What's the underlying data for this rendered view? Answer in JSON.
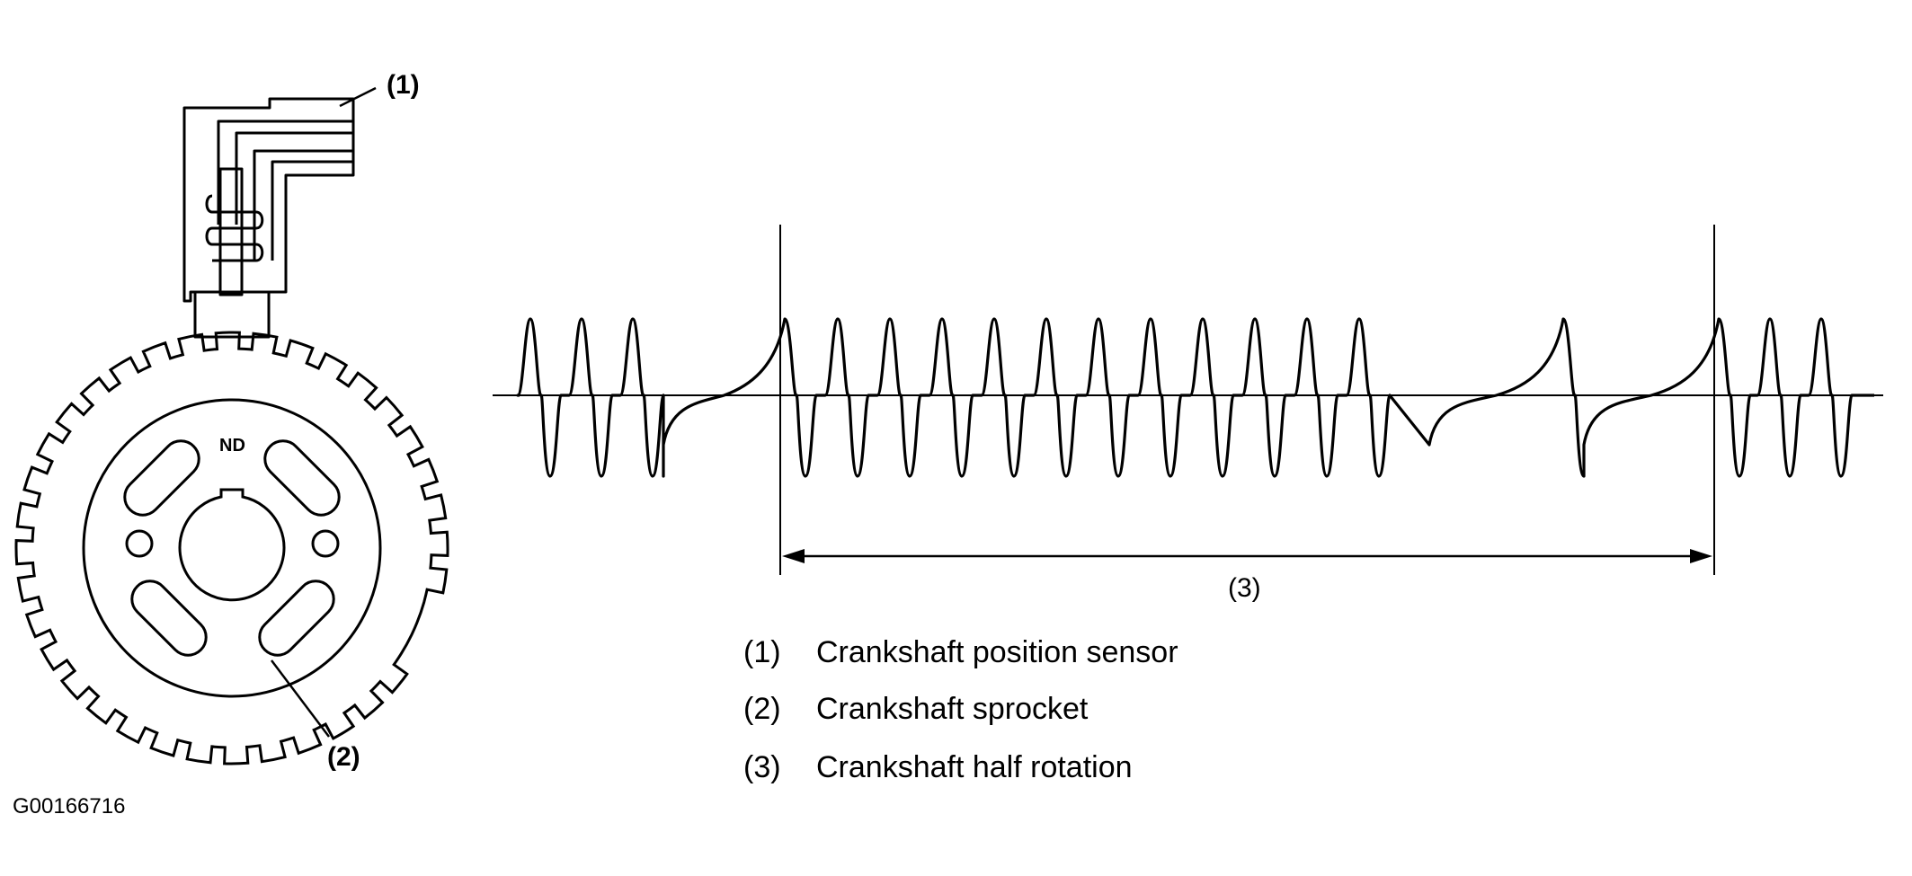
{
  "sensor_callout": "(1)",
  "sprocket_callout": "(2)",
  "sprocket_marking": "ND",
  "figure_id": "G00166716",
  "dimension": {
    "label": "(3)"
  },
  "legend": [
    {
      "number": "(1)",
      "text": "Crankshaft position sensor"
    },
    {
      "number": "(2)",
      "text": "Crankshaft sprocket"
    },
    {
      "number": "(3)",
      "text": "Crankshaft half rotation"
    }
  ]
}
